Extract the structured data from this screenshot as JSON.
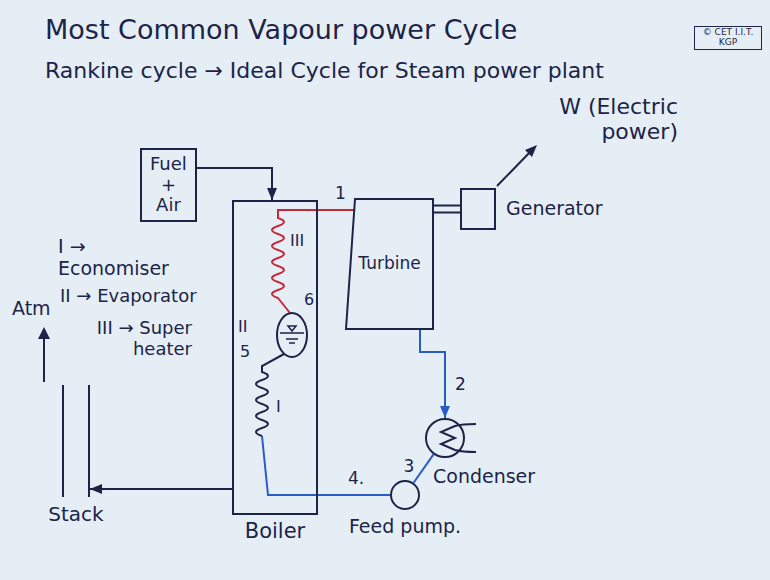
{
  "diagram": {
    "title": "Most Common Vapour power Cycle",
    "nodes": [
      {
        "text": [
          "Fuel + Air"
        ]
      },
      {
        "text": [
          "Boiler"
        ]
      },
      {
        "text": [
          "Turbine"
        ]
      },
      {
        "text": [
          "Generator"
        ]
      },
      {
        "text": [
          "Condenser"
        ]
      },
      {
        "text": [
          "Feed pump."
        ]
      },
      {
        "text": [
          "Stack"
        ]
      }
    ],
    "edges": [
      {
        "from": 0,
        "to": 1,
        "arrow": "to"
      },
      {
        "from": 1,
        "to": 2,
        "label": "1",
        "arrow": "none"
      },
      {
        "from": 2,
        "to": 3,
        "arrow": "none"
      },
      {
        "from": 2,
        "to": 4,
        "label": "2",
        "arrow": "to"
      },
      {
        "from": 4,
        "to": 5,
        "label": "3",
        "arrow": "none"
      },
      {
        "from": 5,
        "to": 1,
        "label": "4.",
        "arrow": "none"
      },
      {
        "from": 1,
        "to": 6,
        "arrow": "to"
      }
    ],
    "labels": [
      "Rankine cycle → Ideal Cycle for Steam power plant",
      "© CET I.I.T. KGP",
      "W (Electric power)",
      "I → Economiser",
      "II → Evaporator",
      "III → Super heater",
      "Atm",
      "III",
      "II",
      "I",
      "6",
      "5"
    ]
  }
}
